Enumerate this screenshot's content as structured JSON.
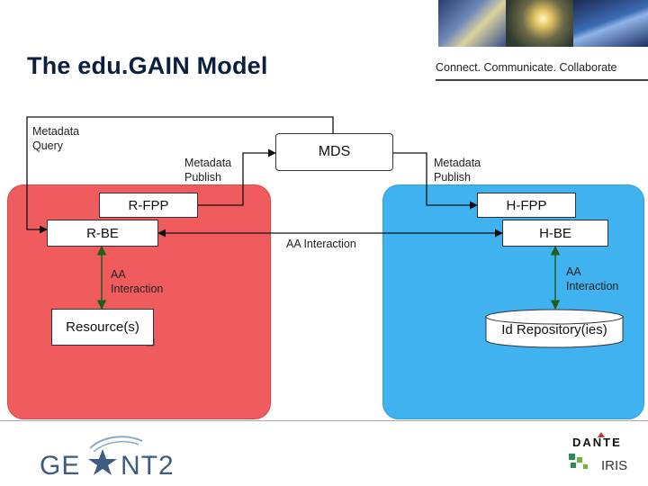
{
  "header": {
    "title": "The edu.GAIN Model",
    "tagline": "Connect. Communicate. Collaborate"
  },
  "diagram": {
    "nodes": {
      "mds": "MDS",
      "r_fpp": "R-FPP",
      "r_be": "R-BE",
      "resources": "Resource(s)",
      "h_fpp": "H-FPP",
      "h_be": "H-BE",
      "id_repository": "Id Repository(ies)"
    },
    "labels": {
      "metadata_query": "Metadata\nQuery",
      "metadata_publish_left": "Metadata\nPublish",
      "metadata_publish_right": "Metadata\nPublish",
      "aa_interaction_center": "AA Interaction",
      "aa_interaction_left": "AA\nInteraction",
      "aa_interaction_right": "AA\nInteraction"
    },
    "colors": {
      "resource_side": "#f05b5e",
      "home_side": "#41b2f0",
      "arrow": "#1f5e1f",
      "line": "#111111"
    }
  },
  "footer": {
    "logo_left_text": "GEANT2",
    "logo_right_text": "DANTE",
    "logo_right_sub": "IRIS"
  }
}
